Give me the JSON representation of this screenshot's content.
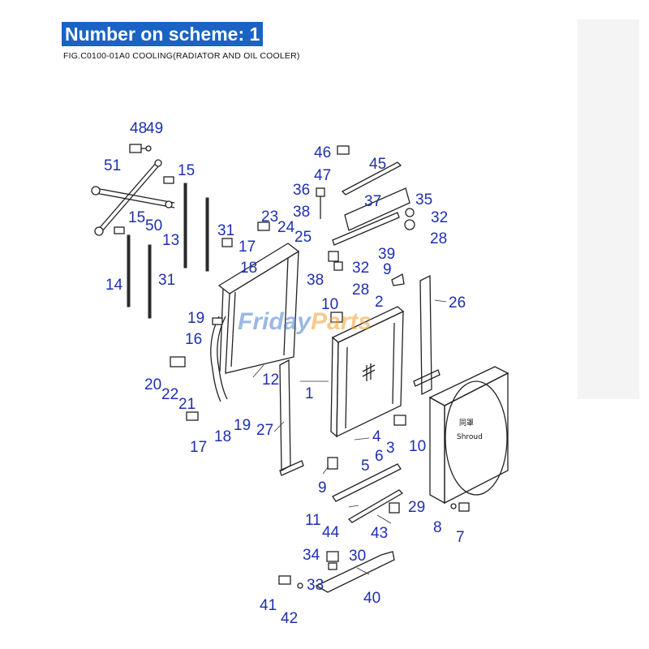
{
  "header": {
    "title": "Number on scheme: 1",
    "caption": "FIG.C0100-01A0    COOLING(RADIATOR AND OIL COOLER)"
  },
  "watermark": {
    "brand_a": "Friday",
    "brand_b": "Parts",
    "color_a": "#4a7fd1",
    "color_b": "#f0a030"
  },
  "shroud_label": {
    "cn": "同罩",
    "en": "Shroud"
  },
  "colors": {
    "title_bg": "#1a63c4",
    "callout": "#1f2fb0"
  },
  "callouts": [
    {
      "id": "c48",
      "text": "48"
    },
    {
      "id": "c49",
      "text": "49"
    },
    {
      "id": "c51",
      "text": "51"
    },
    {
      "id": "c15a",
      "text": "15"
    },
    {
      "id": "c15b",
      "text": "15"
    },
    {
      "id": "c50",
      "text": "50"
    },
    {
      "id": "c13",
      "text": "13"
    },
    {
      "id": "c31a",
      "text": "31"
    },
    {
      "id": "c14",
      "text": "14"
    },
    {
      "id": "c31b",
      "text": "31"
    },
    {
      "id": "c46",
      "text": "46"
    },
    {
      "id": "c45",
      "text": "45"
    },
    {
      "id": "c47",
      "text": "47"
    },
    {
      "id": "c36",
      "text": "36"
    },
    {
      "id": "c37",
      "text": "37"
    },
    {
      "id": "c35",
      "text": "35"
    },
    {
      "id": "c38a",
      "text": "38"
    },
    {
      "id": "c32a",
      "text": "32"
    },
    {
      "id": "c28a",
      "text": "28"
    },
    {
      "id": "c23",
      "text": "23"
    },
    {
      "id": "c24",
      "text": "24"
    },
    {
      "id": "c25",
      "text": "25"
    },
    {
      "id": "c17a",
      "text": "17"
    },
    {
      "id": "c18a",
      "text": "18"
    },
    {
      "id": "c39",
      "text": "39"
    },
    {
      "id": "c32b",
      "text": "32"
    },
    {
      "id": "c9a",
      "text": "9"
    },
    {
      "id": "c38b",
      "text": "38"
    },
    {
      "id": "c28b",
      "text": "28"
    },
    {
      "id": "c26",
      "text": "26"
    },
    {
      "id": "c10a",
      "text": "10"
    },
    {
      "id": "c2",
      "text": "2"
    },
    {
      "id": "c19a",
      "text": "19"
    },
    {
      "id": "c16",
      "text": "16"
    },
    {
      "id": "c20",
      "text": "20"
    },
    {
      "id": "c22",
      "text": "22"
    },
    {
      "id": "c21",
      "text": "21"
    },
    {
      "id": "c12",
      "text": "12"
    },
    {
      "id": "c1",
      "text": "1"
    },
    {
      "id": "c27",
      "text": "27"
    },
    {
      "id": "c19b",
      "text": "19"
    },
    {
      "id": "c18b",
      "text": "18"
    },
    {
      "id": "c17b",
      "text": "17"
    },
    {
      "id": "c4",
      "text": "4"
    },
    {
      "id": "c3",
      "text": "3"
    },
    {
      "id": "c6",
      "text": "6"
    },
    {
      "id": "c10b",
      "text": "10"
    },
    {
      "id": "c5",
      "text": "5"
    },
    {
      "id": "c9b",
      "text": "9"
    },
    {
      "id": "c11",
      "text": "11"
    },
    {
      "id": "c29",
      "text": "29"
    },
    {
      "id": "c44",
      "text": "44"
    },
    {
      "id": "c43",
      "text": "43"
    },
    {
      "id": "c8",
      "text": "8"
    },
    {
      "id": "c7",
      "text": "7"
    },
    {
      "id": "c34",
      "text": "34"
    },
    {
      "id": "c30",
      "text": "30"
    },
    {
      "id": "c33",
      "text": "33"
    },
    {
      "id": "c40",
      "text": "40"
    },
    {
      "id": "c41",
      "text": "41"
    },
    {
      "id": "c42",
      "text": "42"
    }
  ]
}
